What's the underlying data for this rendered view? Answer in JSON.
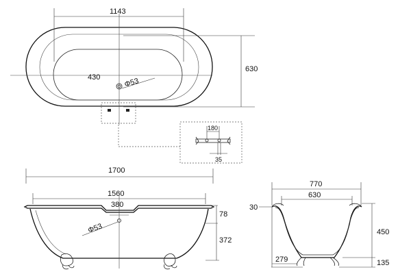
{
  "top_view": {
    "width": "1143",
    "depth": "630",
    "inner_width": "430",
    "drain": "Φ53"
  },
  "detail": {
    "tap_spacing": "180",
    "tap_hole": "35"
  },
  "side_view": {
    "overall_length": "1700",
    "rim_length": "1560",
    "mid_width": "380",
    "drain": "Φ53",
    "rim_height": "78",
    "body_height": "372"
  },
  "end_view": {
    "overall_width": "770",
    "inner_width": "630",
    "rim_overhang": "30",
    "height": "450",
    "foot_height": "135",
    "foot_spacing": "279"
  }
}
